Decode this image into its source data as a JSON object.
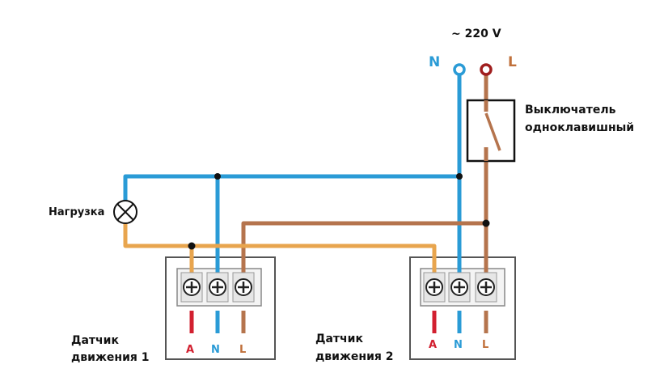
{
  "supply": {
    "voltage_label": "~ 220 V",
    "neutral_label": "N",
    "line_label": "L"
  },
  "switch": {
    "label_line1": "Выключатель",
    "label_line2": "одноклавишный"
  },
  "load": {
    "label": "Нагрузка"
  },
  "sensors": [
    {
      "label_line1": "Датчик",
      "label_line2": "движения 1",
      "terminals": [
        "A",
        "N",
        "L"
      ]
    },
    {
      "label_line1": "Датчик",
      "label_line2": "движения 2",
      "terminals": [
        "A",
        "N",
        "L"
      ]
    }
  ],
  "colors": {
    "neutral": "#2a9bd6",
    "line": "#b5744d",
    "load_wire": "#e8a54e",
    "terminal_a": "#d22030",
    "dark_red": "#a01e1e",
    "ink": "#111111",
    "label_neutral": "#2a9bd6",
    "label_line": "#c0703a"
  },
  "icons": [
    "terminal-screw-icon",
    "lamp-icon",
    "switch-icon",
    "supply-terminal-icon"
  ]
}
